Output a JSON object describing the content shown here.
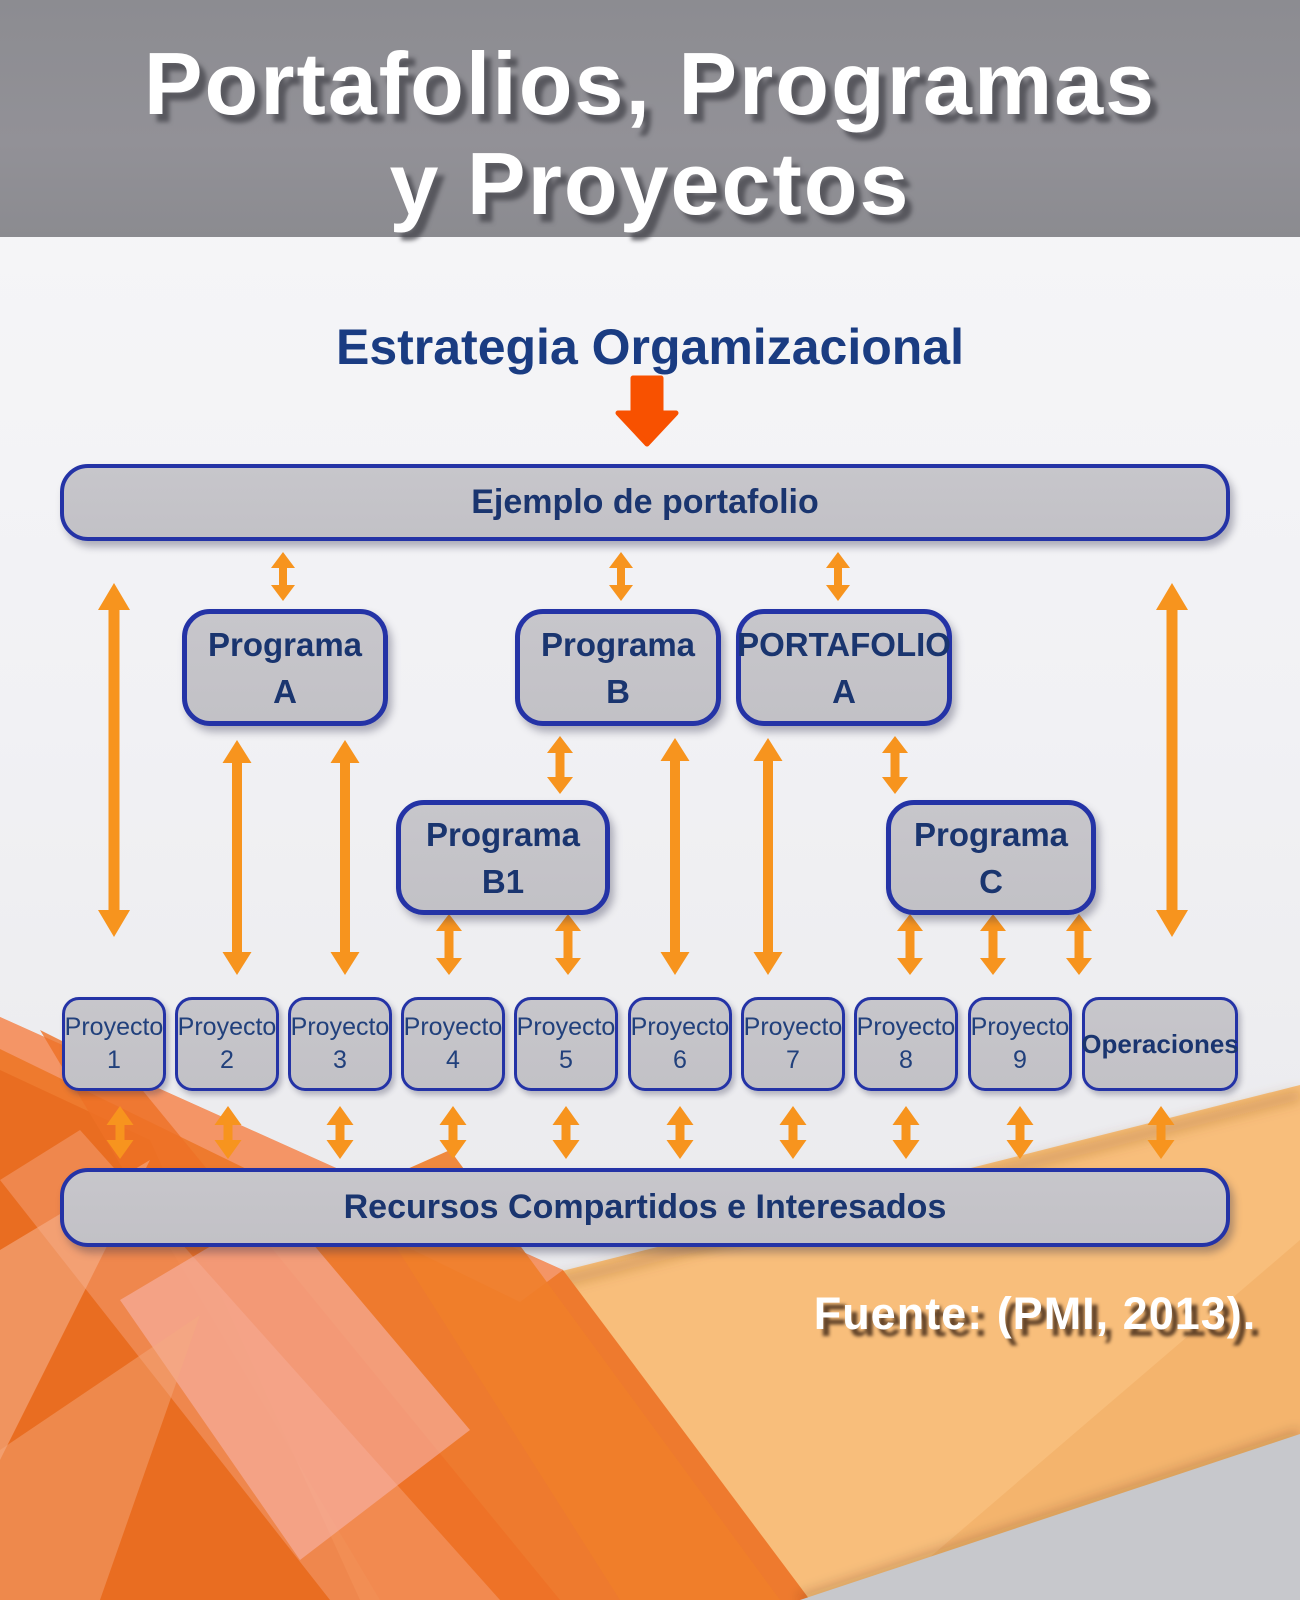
{
  "header": {
    "line1": "Portafolios, Programas",
    "line2": "y Proyectos"
  },
  "strategy": {
    "title": "Estrategia Orgamizacional"
  },
  "portfolio_bar": {
    "label": "Ejemplo de portafolio"
  },
  "program_boxes": [
    {
      "line1": "Programa",
      "line2": "A"
    },
    {
      "line1": "Programa",
      "line2": "B"
    },
    {
      "line1": "PORTAFOLIO",
      "line2": "A"
    },
    {
      "line1": "Programa",
      "line2": "B1"
    },
    {
      "line1": "Programa",
      "line2": "C"
    }
  ],
  "project_boxes": [
    {
      "line1": "Proyecto",
      "line2": "1"
    },
    {
      "line1": "Proyecto",
      "line2": "2"
    },
    {
      "line1": "Proyecto",
      "line2": "3"
    },
    {
      "line1": "Proyecto",
      "line2": "4"
    },
    {
      "line1": "Proyecto",
      "line2": "5"
    },
    {
      "line1": "Proyecto",
      "line2": "6"
    },
    {
      "line1": "Proyecto",
      "line2": "7"
    },
    {
      "line1": "Proyecto",
      "line2": "8"
    },
    {
      "line1": "Proyecto",
      "line2": "9"
    }
  ],
  "operations_box": {
    "label": "Operaciones"
  },
  "resources_bar": {
    "label": "Recursos Compartidos e Interesados"
  },
  "source_note": {
    "label": "Fuente: (PMI, 2013)."
  },
  "icons": {
    "flow_arrow": "double-arrow-icon",
    "strategy_arrow": "down-arrow-icon"
  },
  "colors": {
    "header-bg": "#8C8C91",
    "arrow-orange": "#F7941E",
    "strategy-arrow": "#F85100",
    "box-border": "#2433A6",
    "box-fill": "#C2C1C6",
    "navy-title": "#1A3C82",
    "navy-text": "#1A356F",
    "navy-project": "#21407C",
    "peach": "#F8BE7B",
    "orange-shape": "#EE7A2E",
    "gray-corner": "#C7C8CC"
  }
}
